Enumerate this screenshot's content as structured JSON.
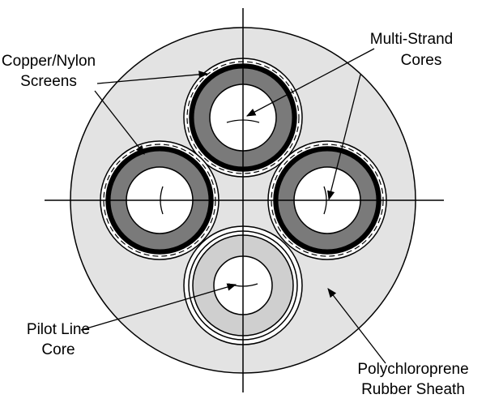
{
  "labels": {
    "screens_line1": "Copper/Nylon",
    "screens_line2": "Screens",
    "cores_line1": "Multi-Strand",
    "cores_line2": "Cores",
    "pilot_line1": "Pilot Line",
    "pilot_line2": "Core",
    "sheath_line1": "Polychloroprene",
    "sheath_line2": "Rubber Sheath"
  },
  "colors": {
    "sheath": "#e3e3e3",
    "insulation": "#7a7a7a",
    "pilot_insulation": "#cfcfcf",
    "conductor": "#ffffff",
    "line": "#000000"
  }
}
